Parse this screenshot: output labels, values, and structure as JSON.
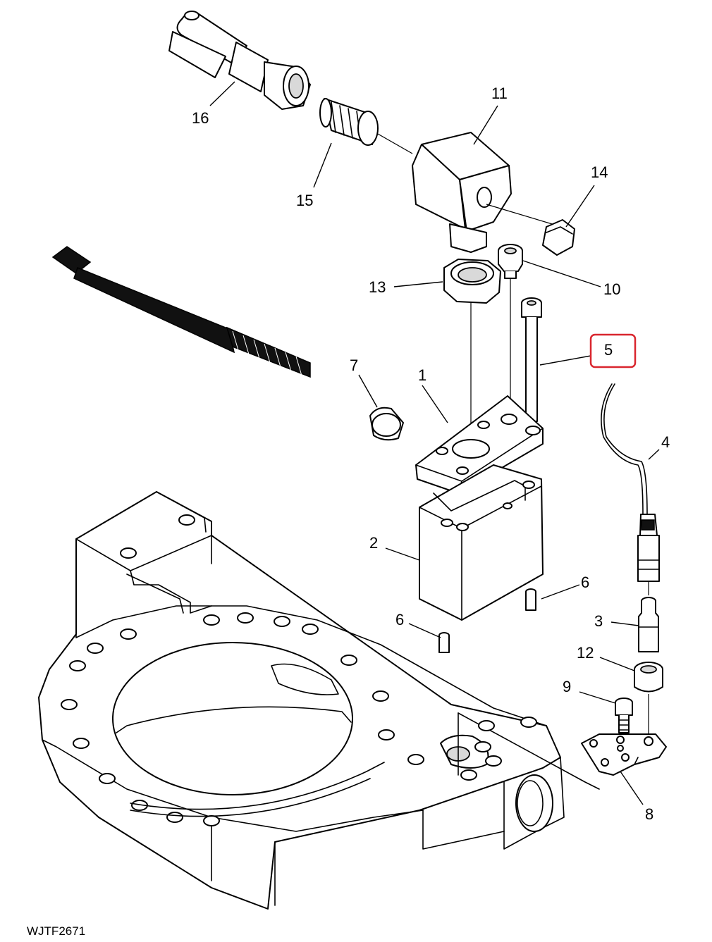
{
  "figure_id": "WJTF2671",
  "highlight_color": "#d9262e",
  "highlighted_callout": "5",
  "callouts": {
    "c1": "1",
    "c2": "2",
    "c3": "3",
    "c4": "4",
    "c5": "5",
    "c6a": "6",
    "c6b": "6",
    "c7": "7",
    "c8": "8",
    "c9": "9",
    "c10": "10",
    "c11": "11",
    "c12": "12",
    "c13": "13",
    "c14": "14",
    "c15": "15",
    "c16": "16"
  }
}
